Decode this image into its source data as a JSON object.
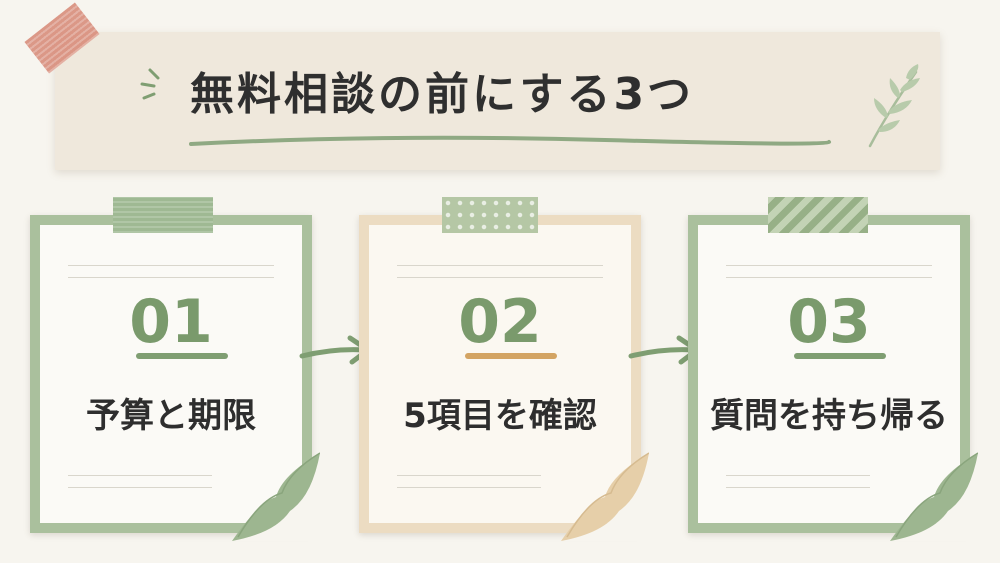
{
  "title": "無料相談の前にする3つ",
  "steps": [
    {
      "number": "01",
      "label": "予算と期限"
    },
    {
      "number": "02",
      "label": "5項目を確認"
    },
    {
      "number": "03",
      "label": "質問を持ち帰る"
    }
  ],
  "colors": {
    "background": "#f7f5ef",
    "banner": "#efe8dc",
    "sage": "#aac09d",
    "sage_dark": "#7a9a6c",
    "beige": "#ecdcc2",
    "accent_orange": "#d3a463",
    "coral_tape": "#d98e7c",
    "text": "#2f2f2f"
  },
  "icons": [
    "sparkle-icon",
    "leaf-sprig-icon",
    "arrow-right-icon",
    "page-curl-icon"
  ]
}
